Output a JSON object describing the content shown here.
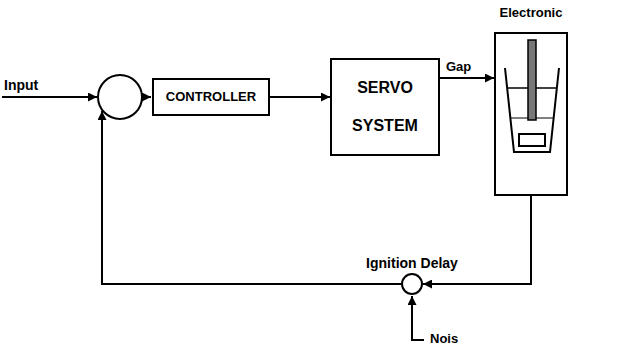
{
  "diagram": {
    "nodes": [
      {
        "text": [
          "CONTROLLER"
        ]
      },
      {
        "text": [
          "SERVO SYSTEM"
        ]
      },
      {
        "text": [
          "Electronic"
        ]
      },
      {
        "text": [
          "Ignition Delay"
        ]
      }
    ],
    "edges": [
      {
        "from": 0,
        "to": 1,
        "arrow": "to"
      },
      {
        "from": 1,
        "to": 2,
        "arrow": "to",
        "label": "Gap"
      },
      {
        "from": 2,
        "to": 3,
        "arrow": "to"
      }
    ],
    "labels": [
      "Input",
      "Nois"
    ]
  }
}
